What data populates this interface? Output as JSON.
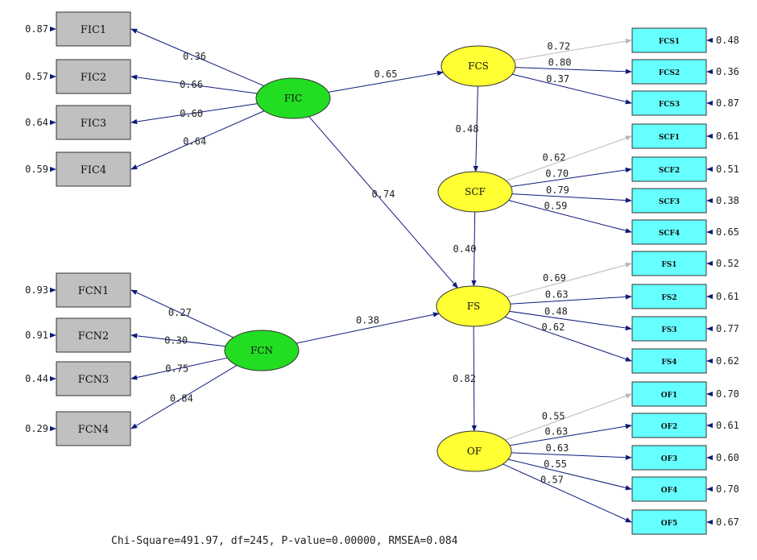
{
  "latents": [
    {
      "id": "FIC",
      "label": "FIC",
      "color": "#22dd22"
    },
    {
      "id": "FCN",
      "label": "FCN",
      "color": "#22dd22"
    },
    {
      "id": "FCS",
      "label": "FCS",
      "color": "#ffff33"
    },
    {
      "id": "SCF",
      "label": "SCF",
      "color": "#ffff33"
    },
    {
      "id": "FS",
      "label": "FS",
      "color": "#ffff33"
    },
    {
      "id": "OF",
      "label": "OF",
      "color": "#ffff33"
    }
  ],
  "left_indicators": [
    {
      "label": "FIC1",
      "error": "0.87",
      "loading": "0.36",
      "latent": "FIC"
    },
    {
      "label": "FIC2",
      "error": "0.57",
      "loading": "0.66",
      "latent": "FIC"
    },
    {
      "label": "FIC3",
      "error": "0.64",
      "loading": "0.60",
      "latent": "FIC"
    },
    {
      "label": "FIC4",
      "error": "0.59",
      "loading": "0.64",
      "latent": "FIC"
    },
    {
      "label": "FCN1",
      "error": "0.93",
      "loading": "0.27",
      "latent": "FCN"
    },
    {
      "label": "FCN2",
      "error": "0.91",
      "loading": "0.30",
      "latent": "FCN"
    },
    {
      "label": "FCN3",
      "error": "0.44",
      "loading": "0.75",
      "latent": "FCN"
    },
    {
      "label": "FCN4",
      "error": "0.29",
      "loading": "0.84",
      "latent": "FCN"
    }
  ],
  "right_indicators": [
    {
      "label": "FCS1",
      "error": "0.48",
      "loading": "0.72",
      "latent": "FCS"
    },
    {
      "label": "FCS2",
      "error": "0.36",
      "loading": "0.80",
      "latent": "FCS"
    },
    {
      "label": "FCS3",
      "error": "0.87",
      "loading": "0.37",
      "latent": "FCS"
    },
    {
      "label": "SCF1",
      "error": "0.61",
      "loading": "0.62",
      "latent": "SCF"
    },
    {
      "label": "SCF2",
      "error": "0.51",
      "loading": "0.70",
      "latent": "SCF"
    },
    {
      "label": "SCF3",
      "error": "0.38",
      "loading": "0.79",
      "latent": "SCF"
    },
    {
      "label": "SCF4",
      "error": "0.65",
      "loading": "0.59",
      "latent": "SCF"
    },
    {
      "label": "FS1",
      "error": "0.52",
      "loading": "0.69",
      "latent": "FS"
    },
    {
      "label": "FS2",
      "error": "0.61",
      "loading": "0.63",
      "latent": "FS"
    },
    {
      "label": "FS3",
      "error": "0.77",
      "loading": "0.48",
      "latent": "FS"
    },
    {
      "label": "FS4",
      "error": "0.62",
      "loading": "0.62",
      "latent": "FS"
    },
    {
      "label": "OF1",
      "error": "0.70",
      "loading": "0.55",
      "latent": "OF"
    },
    {
      "label": "OF2",
      "error": "0.61",
      "loading": "0.63",
      "latent": "OF"
    },
    {
      "label": "OF3",
      "error": "0.60",
      "loading": "0.63",
      "latent": "OF"
    },
    {
      "label": "OF4",
      "error": "0.70",
      "loading": "0.55",
      "latent": "OF"
    },
    {
      "label": "OF5",
      "error": "0.67",
      "loading": "0.57",
      "latent": "OF"
    }
  ],
  "structural_paths": [
    {
      "from": "FIC",
      "to": "FCS",
      "value": "0.65"
    },
    {
      "from": "FIC",
      "to": "FS",
      "value": "0.74"
    },
    {
      "from": "FCS",
      "to": "SCF",
      "value": "0.48"
    },
    {
      "from": "SCF",
      "to": "FS",
      "value": "0.40"
    },
    {
      "from": "FCN",
      "to": "FS",
      "value": "0.38"
    },
    {
      "from": "FS",
      "to": "OF",
      "value": "0.82"
    }
  ],
  "fit_statistics": "Chi-Square=491.97, df=245, P-value=0.00000, RMSEA=0.084",
  "colors": {
    "arrow": "#0d1a7a",
    "first_loading_arrow": "#b8b8b8",
    "left_box": "#c0c0c0",
    "right_box": "#66ffff"
  }
}
